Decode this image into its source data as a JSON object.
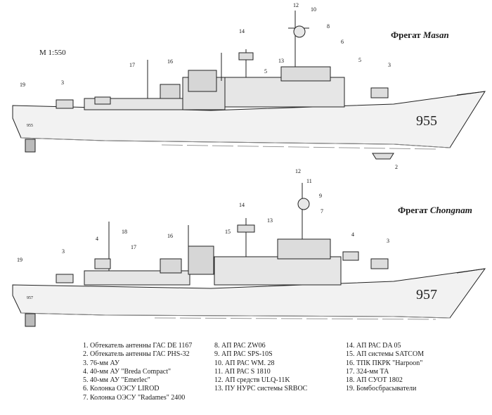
{
  "ship1": {
    "title_prefix": "Фрегат",
    "title_name": "Masan",
    "scale": "М 1:550",
    "hull_number": "955",
    "bow_number": "955"
  },
  "ship2": {
    "title_prefix": "Фрегат",
    "title_name": "Chongnam",
    "hull_number": "957",
    "bow_number": "957"
  },
  "callouts": {
    "ship1": [
      "12",
      "10",
      "8",
      "6",
      "14",
      "5",
      "3",
      "16",
      "17",
      "13",
      "5",
      "19",
      "3",
      "2"
    ],
    "ship2": [
      "12",
      "11",
      "9",
      "7",
      "14",
      "18",
      "16",
      "15",
      "13",
      "4",
      "3",
      "4",
      "17",
      "3",
      "19"
    ]
  },
  "legend": {
    "col1": [
      "1. Обтекатель антенны ГАС DE 1167",
      "2. Обтекатель антенны ГАС PHS-32",
      "3. 76-мм АУ",
      "4. 40-мм АУ \"Breda Compact\"",
      "5. 40-мм АУ \"Emerlec\"",
      "6. Колонка ОЭСУ LIROD",
      "7. Колонка ОЭСУ \"Radames\" 2400"
    ],
    "col2": [
      "8. АП РАС ZW06",
      "9. АП РАС SPS-10S",
      "10. АП РАС WM. 28",
      "11. АП РАС S 1810",
      "12. АП средств ULQ-11K",
      "13. ПУ НУРС системы SRBOC"
    ],
    "col3": [
      "14. АП РАС DA 05",
      "15. АП системы SATCOM",
      "16. ТПК ПКРК \"Harpoon\"",
      "17. 324-мм ТА",
      "18. АП СУОТ 1802",
      "19. Бомбосбрасыватели"
    ]
  }
}
